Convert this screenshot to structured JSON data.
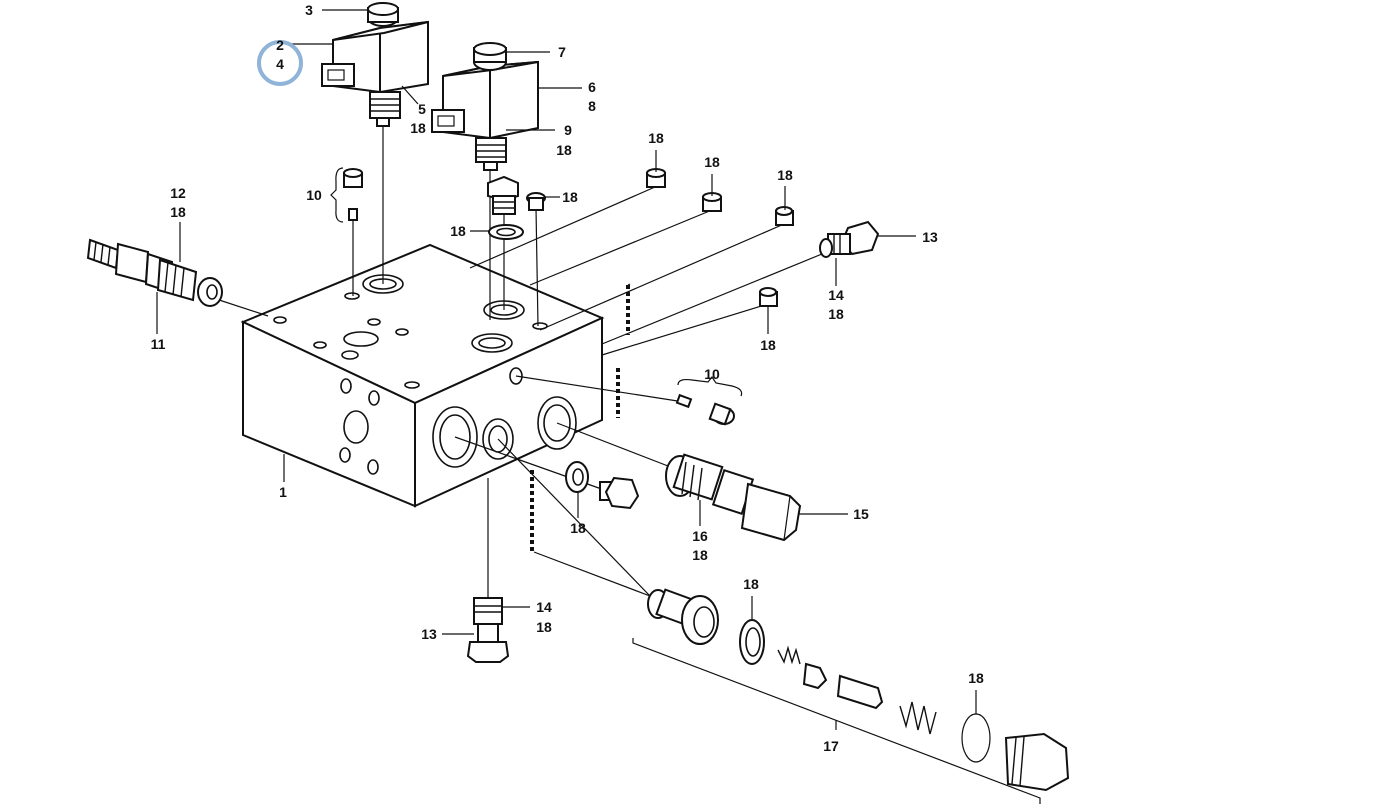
{
  "diagram": {
    "highlight_color": "#8fb4d8",
    "labels": [
      {
        "id": "l3",
        "text": "3"
      },
      {
        "id": "l2",
        "text": "2"
      },
      {
        "id": "l4",
        "text": "4"
      },
      {
        "id": "l5",
        "text": "5"
      },
      {
        "id": "l18a",
        "text": "18"
      },
      {
        "id": "l7",
        "text": "7"
      },
      {
        "id": "l6",
        "text": "6"
      },
      {
        "id": "l8",
        "text": "8"
      },
      {
        "id": "l9",
        "text": "9"
      },
      {
        "id": "l18b",
        "text": "18"
      },
      {
        "id": "l18c",
        "text": "18"
      },
      {
        "id": "l18d",
        "text": "18"
      },
      {
        "id": "l18e",
        "text": "18"
      },
      {
        "id": "l10a",
        "text": "10"
      },
      {
        "id": "l18f",
        "text": "18"
      },
      {
        "id": "l18g",
        "text": "18"
      },
      {
        "id": "l12",
        "text": "12"
      },
      {
        "id": "l18h",
        "text": "18"
      },
      {
        "id": "l11",
        "text": "11"
      },
      {
        "id": "l13a",
        "text": "13"
      },
      {
        "id": "l14a",
        "text": "14"
      },
      {
        "id": "l18i",
        "text": "18"
      },
      {
        "id": "l18j",
        "text": "18"
      },
      {
        "id": "l10b",
        "text": "10"
      },
      {
        "id": "l1",
        "text": "1"
      },
      {
        "id": "l18k",
        "text": "18"
      },
      {
        "id": "l16",
        "text": "16"
      },
      {
        "id": "l18l",
        "text": "18"
      },
      {
        "id": "l15",
        "text": "15"
      },
      {
        "id": "l14b",
        "text": "14"
      },
      {
        "id": "l18m",
        "text": "18"
      },
      {
        "id": "l13b",
        "text": "13"
      },
      {
        "id": "l18n",
        "text": "18"
      },
      {
        "id": "l18o",
        "text": "18"
      },
      {
        "id": "l17",
        "text": "17"
      }
    ]
  }
}
